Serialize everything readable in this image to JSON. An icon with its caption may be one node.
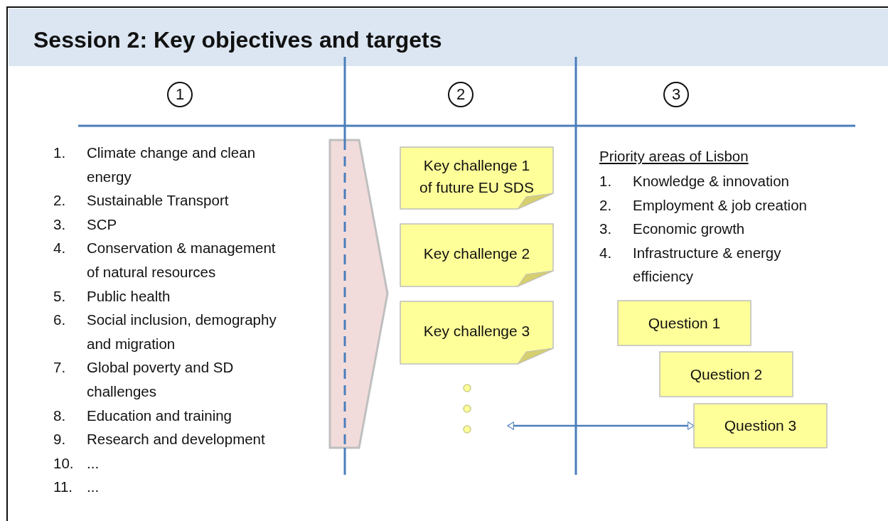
{
  "diagram": {
    "title": "Session 2: Key objectives and targets",
    "nodes": [
      {
        "text": [
          "1"
        ]
      },
      {
        "text": [
          "2"
        ]
      },
      {
        "text": [
          "3"
        ]
      },
      {
        "text": [
          "Key challenge 1 of future EU SDS"
        ]
      },
      {
        "text": [
          "Key challenge 2"
        ]
      },
      {
        "text": [
          "Key challenge 3"
        ]
      },
      {
        "text": [],
        "shape": "dots"
      },
      {
        "text": [
          "Question 1"
        ]
      },
      {
        "text": [
          "Question 2"
        ]
      },
      {
        "text": [
          "Question 3"
        ]
      }
    ],
    "edges": [
      {
        "from": 6,
        "to": 9,
        "arrow": "both"
      }
    ],
    "labels": [
      "1.",
      "Climate change and clean energy",
      "2.",
      "Sustainable Transport",
      "3.",
      "SCP",
      "4.",
      "Conservation & management of natural resources",
      "5.",
      "Public health",
      "6.",
      "Social inclusion, demography and migration",
      "7.",
      "Global poverty and SD challenges",
      "8.",
      "Education and training",
      "9.",
      "Research and development",
      "10.",
      "...",
      "11.",
      "...",
      "Priority areas of Lisbon",
      "1.",
      "Knowledge & innovation",
      "2.",
      "Employment & job creation",
      "3.",
      "Economic growth",
      "4.",
      "Infrastructure & energy efficiency"
    ]
  }
}
